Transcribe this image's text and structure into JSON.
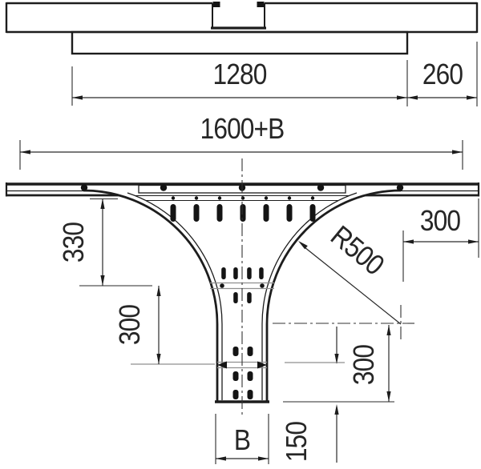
{
  "top_view": {
    "dim_1280": "1280",
    "dim_260": "260",
    "dim_overall": "1600+B"
  },
  "main_view": {
    "dim_330": "330",
    "dim_300_left": "300",
    "dim_300_right_top": "300",
    "dim_300_right": "300",
    "dim_150": "150",
    "dim_radius": "R500",
    "dim_branch_width": "B"
  }
}
